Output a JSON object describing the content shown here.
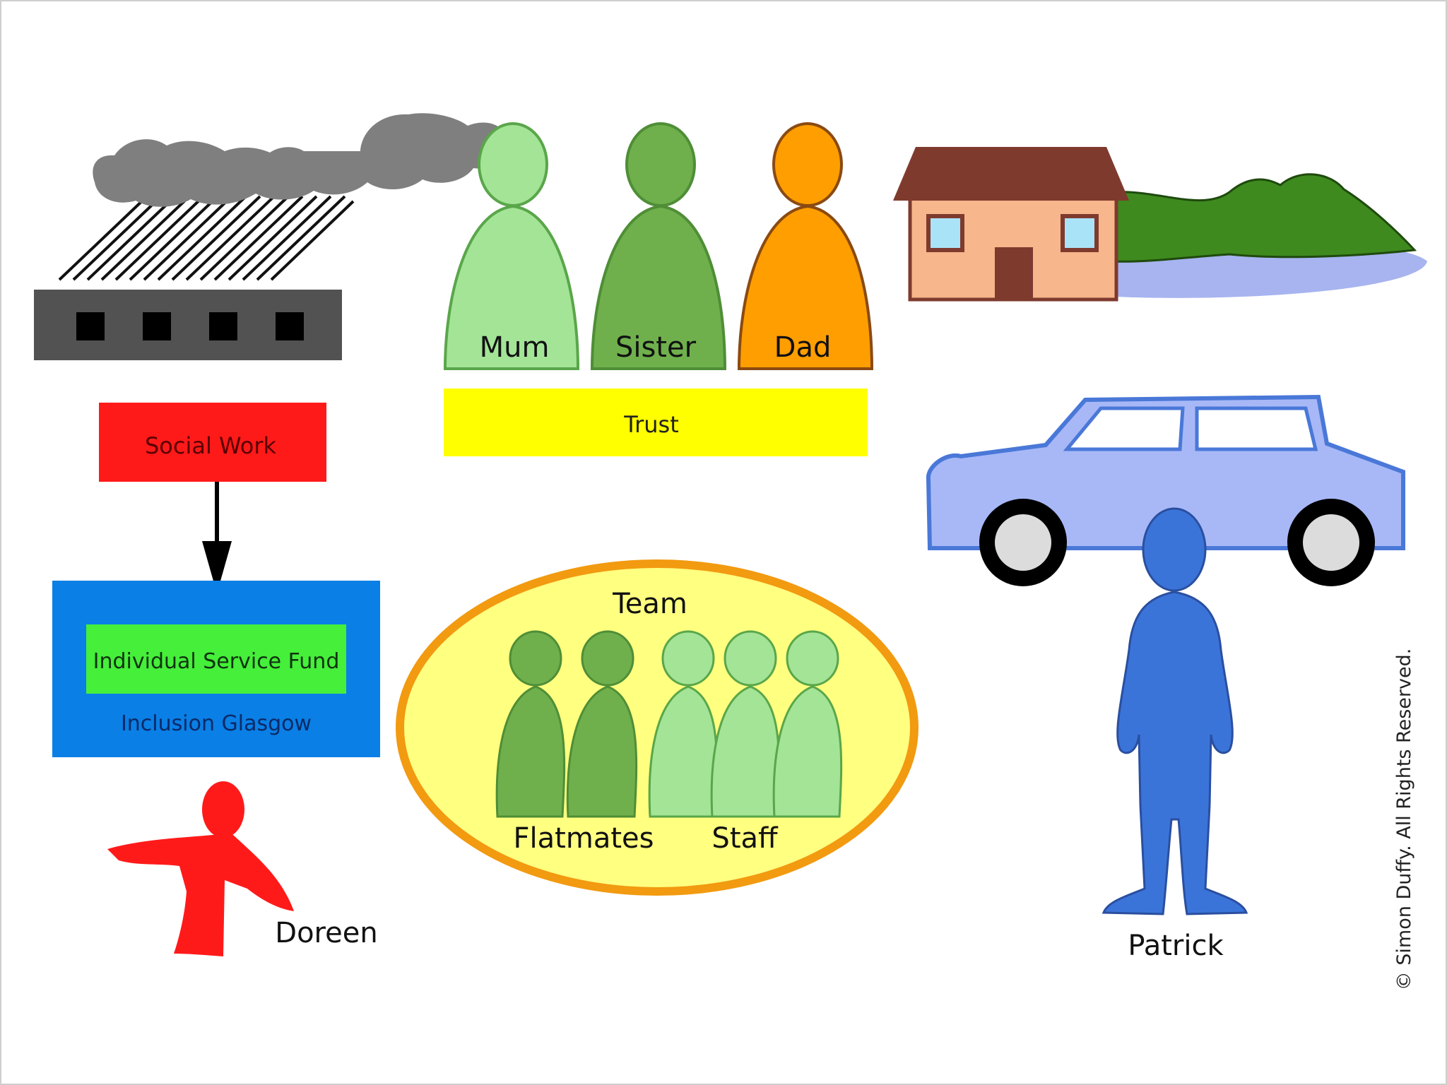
{
  "labels": {
    "mum": "Mum",
    "sister": "Sister",
    "dad": "Dad",
    "trust": "Trust",
    "social_work": "Social Work",
    "individual_service_fund": "Individual Service Fund",
    "inclusion_glasgow": "Inclusion Glasgow",
    "team": "Team",
    "flatmates": "Flatmates",
    "staff": "Staff",
    "doreen": "Doreen",
    "patrick": "Patrick",
    "copyright": "© Simon Duffy. All Rights Reserved."
  },
  "icons": {
    "factory": "factory-icon",
    "smoke": "smoke-cloud-icon",
    "rain": "rain-icon",
    "house": "house-icon",
    "hills": "hills-icon",
    "lake": "lake-icon",
    "car": "car-icon",
    "arrow": "arrow-down-icon"
  },
  "colors": {
    "mum": "#a3e497",
    "sister": "#6fb04d",
    "dad": "#ff9e00",
    "trust": "#ffff00",
    "social_work": "#ff1a1a",
    "inclusion_glasgow": "#0a7fe6",
    "individual_service_fund": "#45ef3a",
    "team_fill": "#ffff80",
    "team_border": "#f29a10",
    "flatmate": "#6fb04d",
    "staff": "#a3e497",
    "doreen": "#ff1a1a",
    "patrick": "#3b74d9",
    "car": "#a8b8f7",
    "house": "#f7b68b",
    "roof": "#7f3a2e",
    "hills": "#3e8a1e",
    "lake": "#a7b4ef",
    "factory": "#525252",
    "smoke": "#7f7f7f"
  }
}
